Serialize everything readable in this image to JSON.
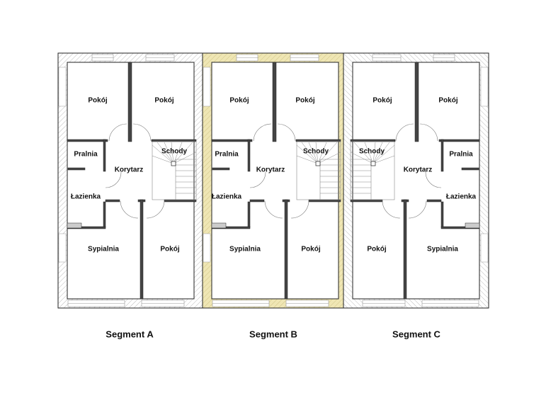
{
  "colors": {
    "wall": "#ffffff",
    "hatch": "#9a9a9a",
    "highlight": "#efe6b4",
    "line": "#222222"
  },
  "segments": [
    {
      "title": "Segment A",
      "highlighted": false,
      "mirrored": false,
      "rooms": {
        "pokoj_tl": "Pokój",
        "pokoj_tr": "Pokój",
        "pralnia": "Pralnia",
        "schody": "Schody",
        "korytarz": "Korytarz",
        "lazienka": "Łazienka",
        "sypialnia": "Sypialnia",
        "pokoj_b": "Pokój"
      }
    },
    {
      "title": "Segment B",
      "highlighted": true,
      "mirrored": false,
      "rooms": {
        "pokoj_tl": "Pokój",
        "pokoj_tr": "Pokój",
        "pralnia": "Pralnia",
        "schody": "Schody",
        "korytarz": "Korytarz",
        "lazienka": "Łazienka",
        "sypialnia": "Sypialnia",
        "pokoj_b": "Pokój"
      }
    },
    {
      "title": "Segment C",
      "highlighted": false,
      "mirrored": true,
      "rooms": {
        "pokoj_tl": "Pokój",
        "pokoj_tr": "Pokój",
        "pralnia": "Pralnia",
        "schody": "Schody",
        "korytarz": "Korytarz",
        "lazienka": "Łazienka",
        "sypialnia": "Sypialnia",
        "pokoj_b": "Pokój"
      }
    }
  ]
}
